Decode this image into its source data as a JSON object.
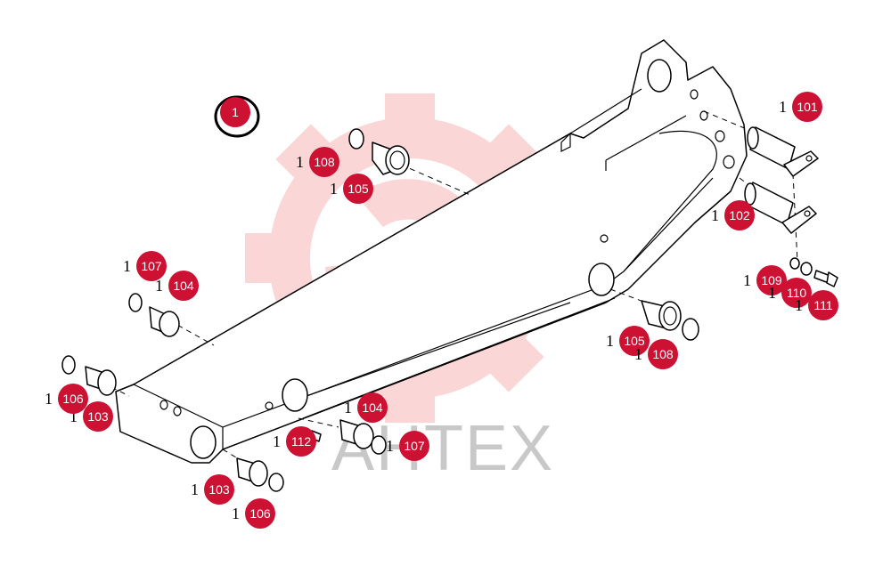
{
  "watermark": {
    "text": "АНТЕХ",
    "color": "#f04a4a"
  },
  "callout_color": "#cc1133",
  "main_label": "1",
  "callouts": [
    {
      "id": "c101",
      "label": "101",
      "ghost": "1"
    },
    {
      "id": "c102",
      "label": "102",
      "ghost": "1"
    },
    {
      "id": "c103a",
      "label": "103",
      "ghost": "1"
    },
    {
      "id": "c103b",
      "label": "103",
      "ghost": "1"
    },
    {
      "id": "c104a",
      "label": "104",
      "ghost": "1"
    },
    {
      "id": "c104b",
      "label": "104",
      "ghost": "1"
    },
    {
      "id": "c105a",
      "label": "105",
      "ghost": "1"
    },
    {
      "id": "c105b",
      "label": "105",
      "ghost": "1"
    },
    {
      "id": "c106a",
      "label": "106",
      "ghost": "1"
    },
    {
      "id": "c106b",
      "label": "106",
      "ghost": "1"
    },
    {
      "id": "c107a",
      "label": "107",
      "ghost": "1"
    },
    {
      "id": "c107b",
      "label": "107",
      "ghost": "1"
    },
    {
      "id": "c108a",
      "label": "108",
      "ghost": "1"
    },
    {
      "id": "c108b",
      "label": "108",
      "ghost": "1"
    },
    {
      "id": "c109",
      "label": "109",
      "ghost": "1"
    },
    {
      "id": "c110",
      "label": "110",
      "ghost": "1"
    },
    {
      "id": "c111",
      "label": "111",
      "ghost": "1"
    },
    {
      "id": "c112",
      "label": "112",
      "ghost": "1"
    }
  ]
}
